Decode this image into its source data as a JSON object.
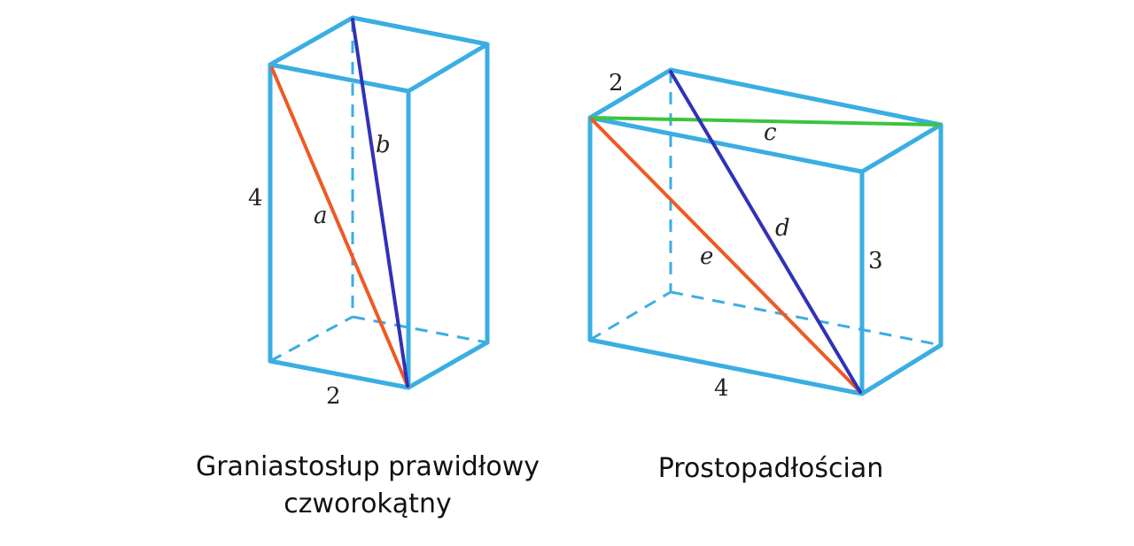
{
  "colors": {
    "edge": "#3aaee2",
    "orange": "#ee5a24",
    "blue": "#3131b8",
    "green": "#3cc43c",
    "text": "#222222"
  },
  "left_figure": {
    "caption_line1": "Graniastosłup prawidłowy",
    "caption_line2": "czworokątny",
    "height_label": "4",
    "base_label": "2",
    "diag_a": "a",
    "diag_b": "b"
  },
  "right_figure": {
    "caption": "Prostopadłościan",
    "depth_label": "2",
    "width_label": "4",
    "height_label": "3",
    "diag_c": "c",
    "diag_d": "d",
    "diag_e": "e"
  }
}
